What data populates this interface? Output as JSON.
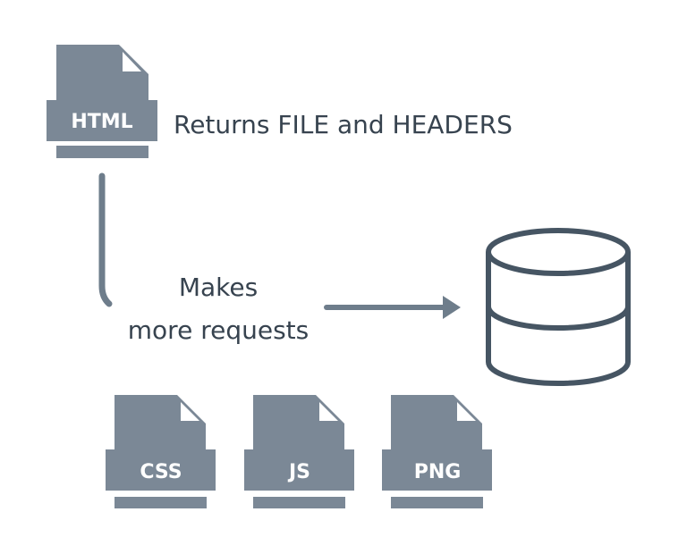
{
  "files": {
    "main": "HTML",
    "assets": [
      "CSS",
      "JS",
      "PNG"
    ]
  },
  "captions": {
    "returns": "Returns FILE and HEADERS",
    "requests_line1": "Makes",
    "requests_line2": "more requests"
  },
  "icons": {
    "file": "file-icon",
    "database": "database-icon",
    "arrow": "arrow-right-icon"
  },
  "colors": {
    "file_fill": "#7b8896",
    "text": "#37434f",
    "connector": "#6e7d8b",
    "database_stroke": "#465563"
  }
}
